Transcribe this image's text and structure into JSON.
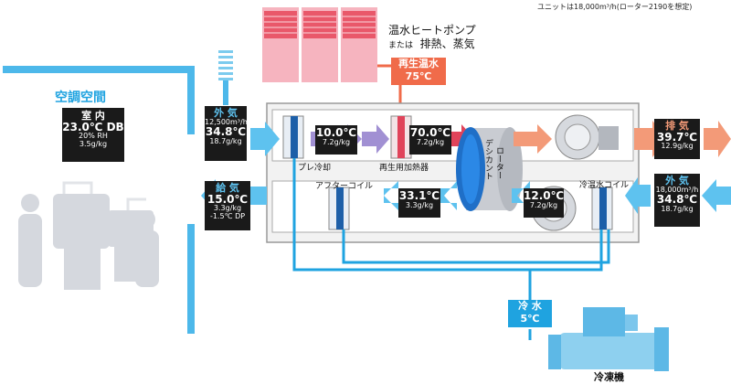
{
  "unit_note": "ユニットは18,000m³/h(ローター2190を想定)",
  "heat_source": {
    "line1": "温水ヒートポンプ",
    "line2_prefix": "または",
    "line2": "排熱、蒸気"
  },
  "regen_water": {
    "label": "再生温水",
    "temp": "75℃"
  },
  "space": {
    "title": "空調空間"
  },
  "room": {
    "title": "室 内",
    "db": "23.0℃ DB",
    "rh": "20% RH",
    "x": "3.5g/kg"
  },
  "outside_left": {
    "title": "外 気",
    "flow": "12,500m³/h",
    "temp": "34.8℃",
    "x": "18.7g/kg"
  },
  "precool": {
    "temp": "10.0℃",
    "x": "7.2g/kg",
    "label": "プレ冷却"
  },
  "regen_heater": {
    "temp": "70.0℃",
    "x": "7.2g/kg",
    "label": "再生用加熱器"
  },
  "rotor": {
    "line1": "デシカント",
    "line2": "ローター"
  },
  "exhaust": {
    "title": "排 気",
    "temp": "39.7℃",
    "x": "12.9g/kg"
  },
  "outside_right": {
    "title": "外 気",
    "flow": "18,000m³/h",
    "temp": "34.8℃",
    "x": "18.7g/kg"
  },
  "cold_coil": {
    "label": "冷温水コイル"
  },
  "after_rotor": {
    "temp": "12.0℃",
    "x": "7.2g/kg"
  },
  "after_coil_state": {
    "temp": "33.1℃",
    "x": "3.3g/kg"
  },
  "after_coil": {
    "label": "アフターコイル"
  },
  "supply": {
    "title": "給 気",
    "temp": "15.0℃",
    "x": "3.3g/kg",
    "dp": "-1.5℃ DP"
  },
  "chilled_water": {
    "label": "冷 水",
    "temp": "5℃"
  },
  "chiller": {
    "label": "冷凍機"
  }
}
